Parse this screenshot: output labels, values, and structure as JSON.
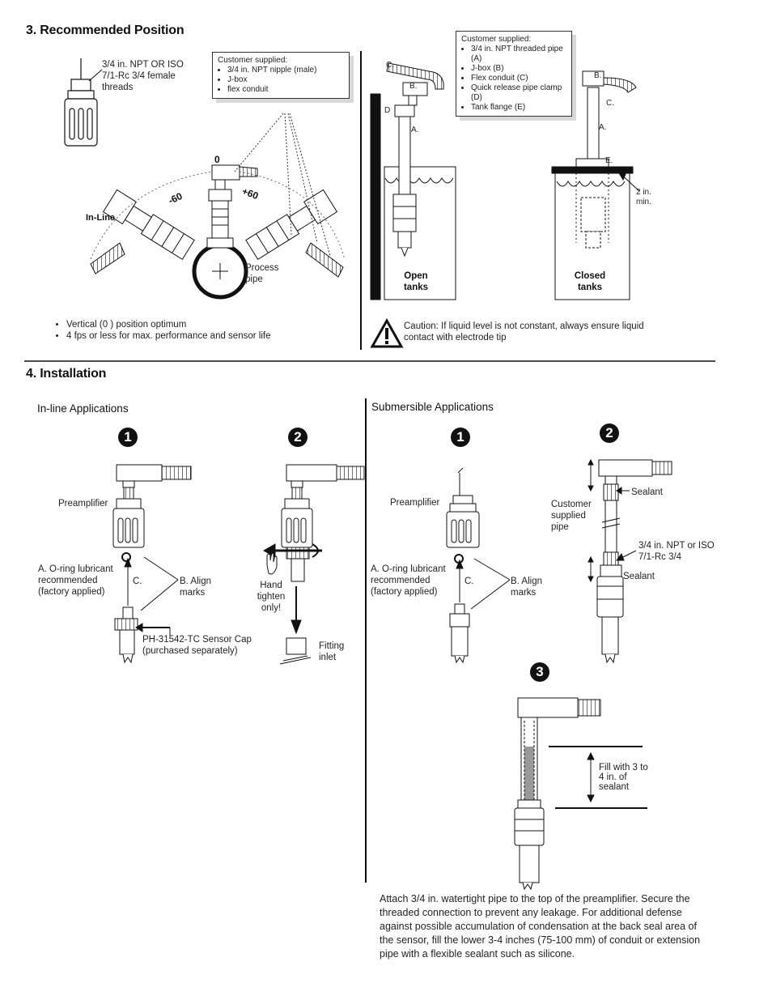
{
  "section3": {
    "title": "3.  Recommended Position",
    "thread_label": "3/4 in. NPT OR ISO 7/1-Rc 3/4 female threads",
    "callout_inline": {
      "heading": "Customer supplied:",
      "items": [
        "3/4 in. NPT nipple (male)",
        "J-box",
        "flex conduit"
      ]
    },
    "angle_zero": "0",
    "angle_neg": "-60",
    "angle_pos": "+60",
    "inline_label": "In-Line",
    "process_pipe": "Process pipe",
    "bullets": [
      "Vertical (0 ) position optimum",
      "4 fps or less for max. performance and sensor life"
    ],
    "callout_tank": {
      "heading": "Customer supplied:",
      "items": [
        "3/4 in. NPT threaded pipe (A)",
        "J-box (B)",
        "Flex conduit (C)",
        "Quick release pipe clamp (D)",
        "Tank flange (E)"
      ]
    },
    "letter_a": "A.",
    "letter_b": "B.",
    "letter_c": "C.",
    "letter_d": "D",
    "letter_e": "E.",
    "open_tanks": "Open tanks",
    "closed_tanks": "Closed tanks",
    "two_in_min": "2 in. min.",
    "caution": "Caution: If liquid level is not constant, always ensure liquid contact with electrode tip"
  },
  "section4": {
    "title": "4.  Installation",
    "inline_heading": "In-line Applications",
    "submersible_heading": "Submersible Applications",
    "step1": "1",
    "step2": "2",
    "step3": "3",
    "preamplifier": "Preamplifier",
    "oring": "A. O-ring lubricant recommended (factory applied)",
    "c_label": "C.",
    "align": "B. Align marks",
    "sensor_cap": "PH-31542-TC Sensor Cap (purchased separately)",
    "hand_tighten": "Hand tighten only!",
    "fitting_inlet": "Fitting inlet",
    "customer_pipe": "Customer supplied pipe",
    "sealant": "Sealant",
    "npt_label": "3/4 in. NPT or ISO 7/1-Rc 3/4",
    "fill_label": "Fill with 3 to 4 in. of sealant",
    "paragraph": "Attach 3/4 in. watertight pipe to the top of the preamplifier.  Secure the threaded connection to prevent any leakage.  For  additional defense against possible accumulation of condensation at the back seal area of the sensor, fill the lower 3-4 inches (75-100 mm) of conduit or extension pipe with a flexible sealant such as silicone."
  }
}
